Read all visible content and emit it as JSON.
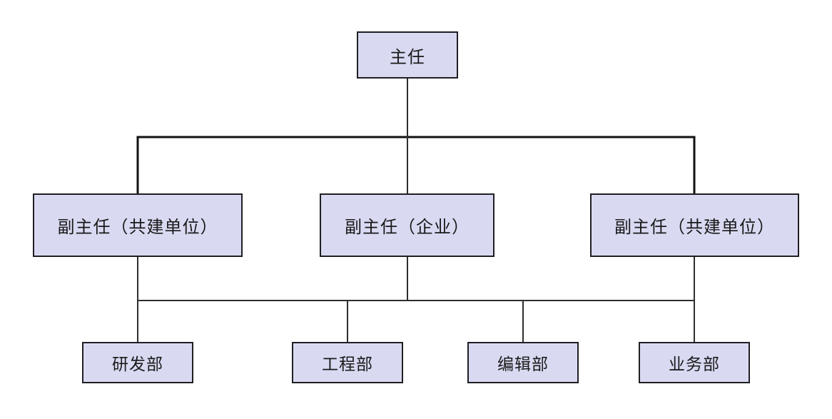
{
  "diagram": {
    "type": "org-chart",
    "colors": {
      "node_fill": "#d9daf2",
      "node_border": "#1f1f23",
      "connector_bold": "#111111",
      "connector_thin": "#2e2e2e",
      "text": "#1a1a1a",
      "background": "#ffffff"
    },
    "nodes": {
      "director": {
        "label": "主任"
      },
      "deputy_left": {
        "label": "副主任（共建单位）"
      },
      "deputy_center": {
        "label": "副主任（企业）"
      },
      "deputy_right": {
        "label": "副主任（共建单位）"
      },
      "dept_rd": {
        "label": "研发部"
      },
      "dept_eng": {
        "label": "工程部"
      },
      "dept_edit": {
        "label": "编辑部"
      },
      "dept_biz": {
        "label": "业务部"
      }
    },
    "hierarchy": [
      {
        "parent": "主任",
        "children": [
          "副主任（共建单位）",
          "副主任（企业）",
          "副主任（共建单位）"
        ]
      },
      {
        "parent": "副主任",
        "children": [
          "研发部",
          "工程部",
          "编辑部",
          "业务部"
        ]
      }
    ]
  }
}
